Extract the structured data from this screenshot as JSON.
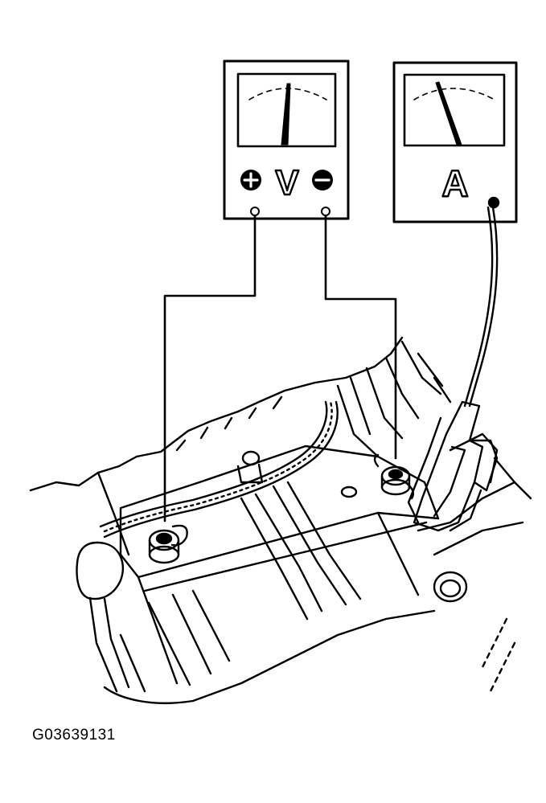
{
  "figure_id": "G03639131",
  "voltmeter": {
    "unit_label": "V",
    "positive_symbol": "+",
    "negative_symbol": "−"
  },
  "ammeter": {
    "unit_label": "A"
  },
  "colors": {
    "line": "#000000",
    "background": "#ffffff"
  }
}
